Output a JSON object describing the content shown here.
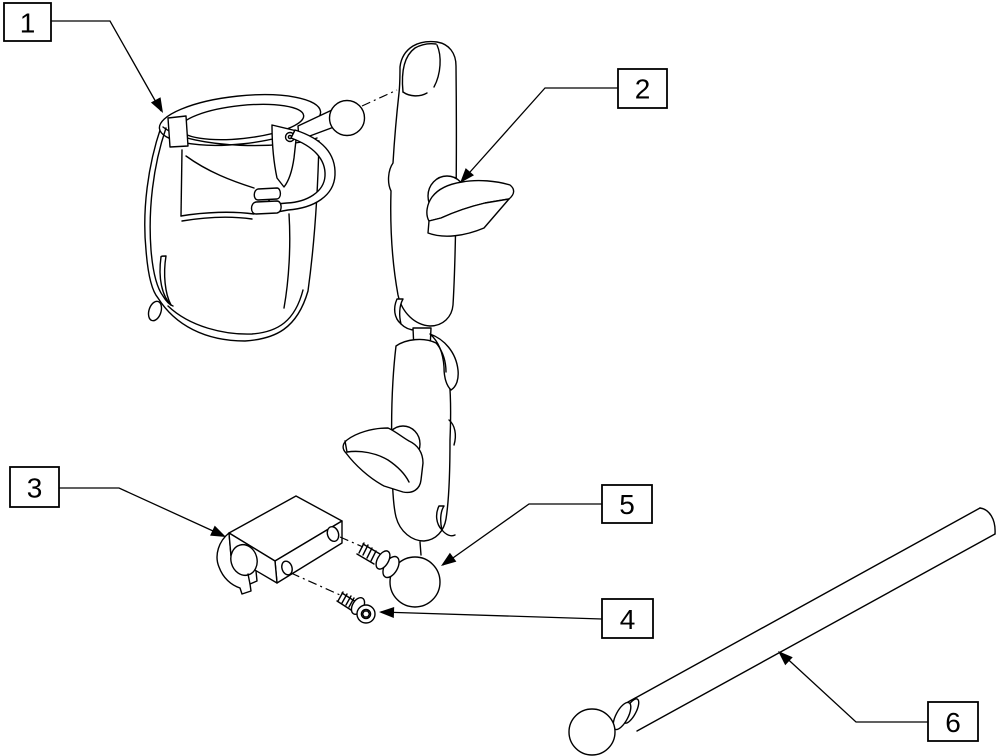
{
  "figure": {
    "type": "exploded-parts-diagram",
    "background_color": "#ffffff",
    "line_color": "#000000",
    "callouts": [
      {
        "label": "1",
        "part": "cup-holder"
      },
      {
        "label": "2",
        "part": "double-socket-arm"
      },
      {
        "label": "3",
        "part": "clamp-block"
      },
      {
        "label": "4",
        "part": "set-screw"
      },
      {
        "label": "5",
        "part": "mounting-ball"
      },
      {
        "label": "6",
        "part": "mounting-rod"
      }
    ]
  }
}
